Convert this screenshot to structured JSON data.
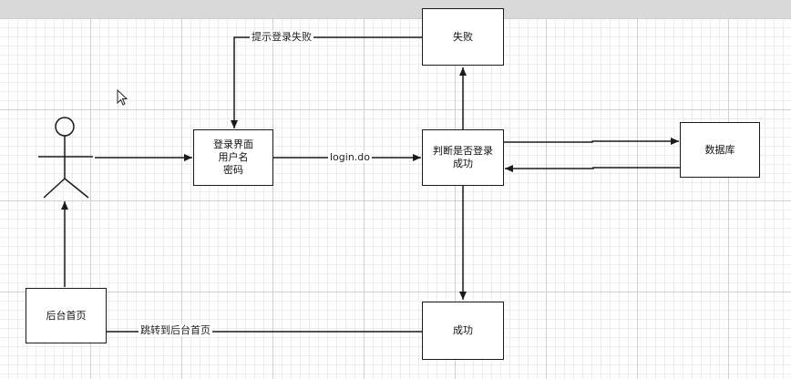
{
  "diagram": {
    "nodes": {
      "login": {
        "text": "登录界面\n用户名\n密码"
      },
      "judge": {
        "text": "判断是否登录\n成功"
      },
      "fail": {
        "text": "失败"
      },
      "success": {
        "text": "成功"
      },
      "database": {
        "text": "数据库"
      },
      "admin_home": {
        "text": "后台首页"
      }
    },
    "edges": {
      "fail_to_login": {
        "label": "提示登录失败"
      },
      "login_to_judge": {
        "label": "login.do"
      },
      "success_to_admin": {
        "label": "跳转到后台首页"
      }
    }
  }
}
